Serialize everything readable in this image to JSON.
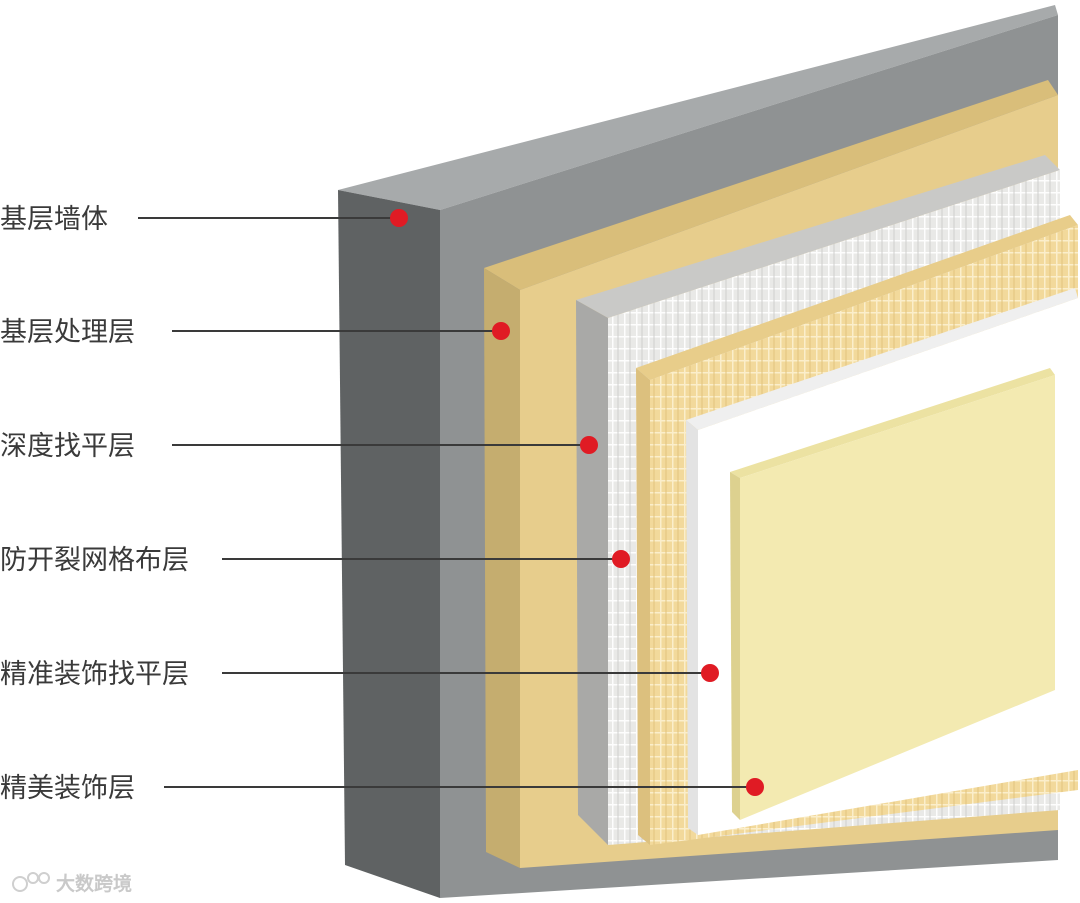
{
  "labels": [
    {
      "id": "base-wall",
      "text": "基层墙体"
    },
    {
      "id": "base-treatment",
      "text": "基层处理层"
    },
    {
      "id": "deep-leveling",
      "text": "深度找平层"
    },
    {
      "id": "anti-crack-mesh",
      "text": "防开裂网格布层"
    },
    {
      "id": "precise-leveling",
      "text": "精准装饰找平层"
    },
    {
      "id": "fine-decor",
      "text": "精美装饰层"
    }
  ],
  "watermark": {
    "text": "大数跨境"
  },
  "colors": {
    "wall_front": "#5f6263",
    "wall_face": "#8e9192",
    "wall_top": "#a7aaab",
    "base_layer": "#e6cc8a",
    "base_layer_edge": "#c4ad6e",
    "mesh_layer": "#d4d4d2",
    "mesh_edge": "#a9a9a7",
    "yellow_mesh": "#f0d89a",
    "white_layer": "#ffffff",
    "finish_layer": "#f3eab1",
    "dot": "#e01b24",
    "leader": "#3a3a3a"
  }
}
